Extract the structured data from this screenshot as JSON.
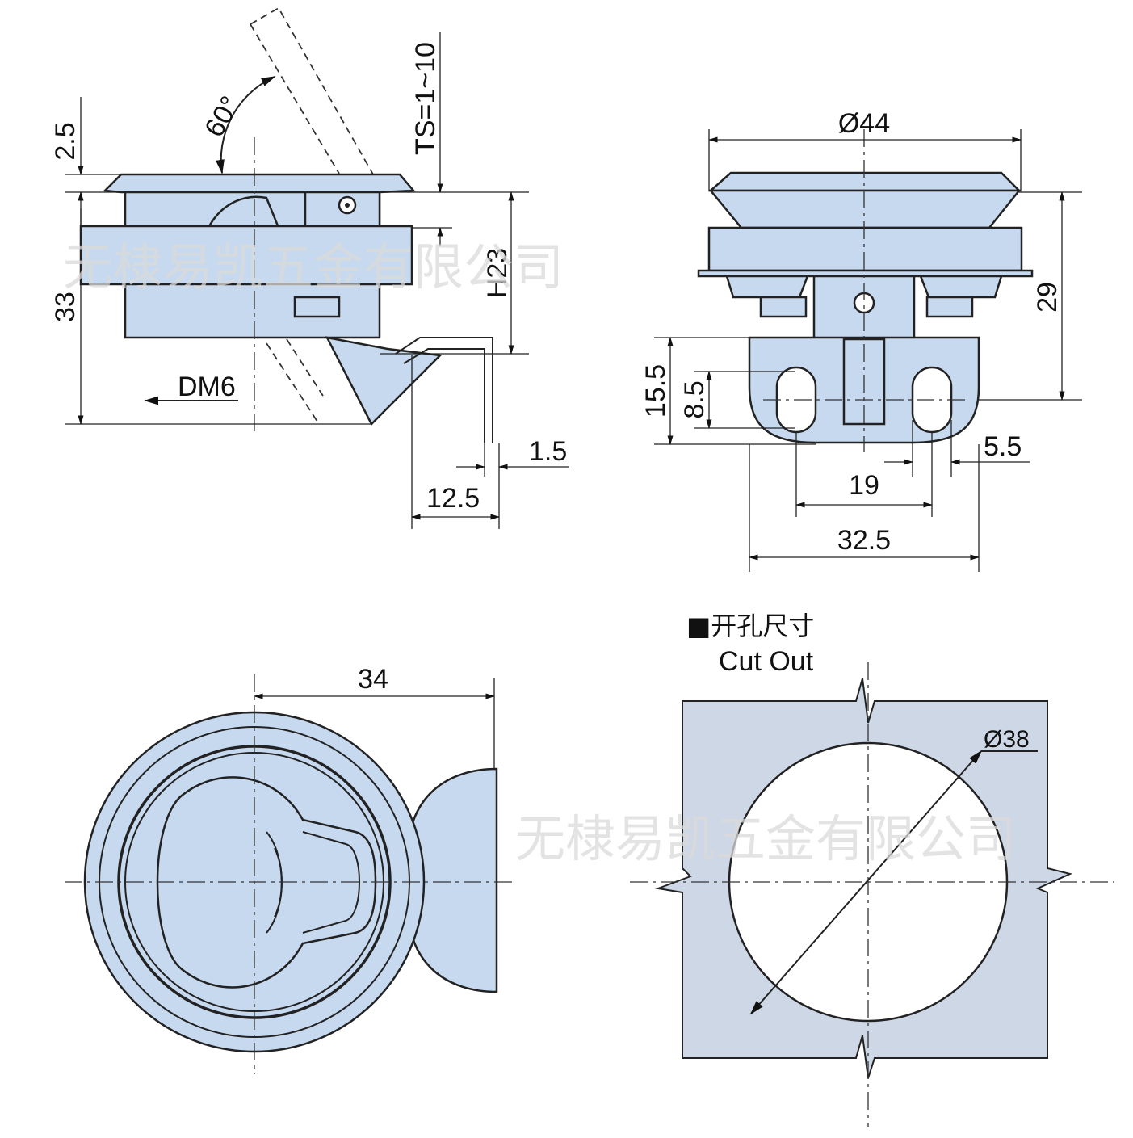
{
  "side_view": {
    "dim_2_5": "2.5",
    "angle": "60°",
    "dim_ts": "TS=1~10",
    "dim_h23": "H23",
    "dim_33": "33",
    "dim_dm6": "DM6",
    "dim_1_5": "1.5",
    "dim_12_5": "12.5"
  },
  "front_view": {
    "dim_dia44": "Ø44",
    "dim_29": "29",
    "dim_15_5": "15.5",
    "dim_8_5": "8.5",
    "dim_5_5": "5.5",
    "dim_19": "19",
    "dim_32_5": "32.5"
  },
  "top_view": {
    "dim_34": "34"
  },
  "cutout": {
    "title_cn": "■开孔尺寸",
    "title_en": "Cut Out",
    "dim_dia38": "Ø38"
  },
  "watermarks": [
    "无棣易凯五金有限公司",
    "无棣易凯五金有限公司"
  ],
  "colors": {
    "part_fill": "#c7d9ef",
    "plate_fill": "#cdd7e6",
    "outline": "#222222"
  }
}
